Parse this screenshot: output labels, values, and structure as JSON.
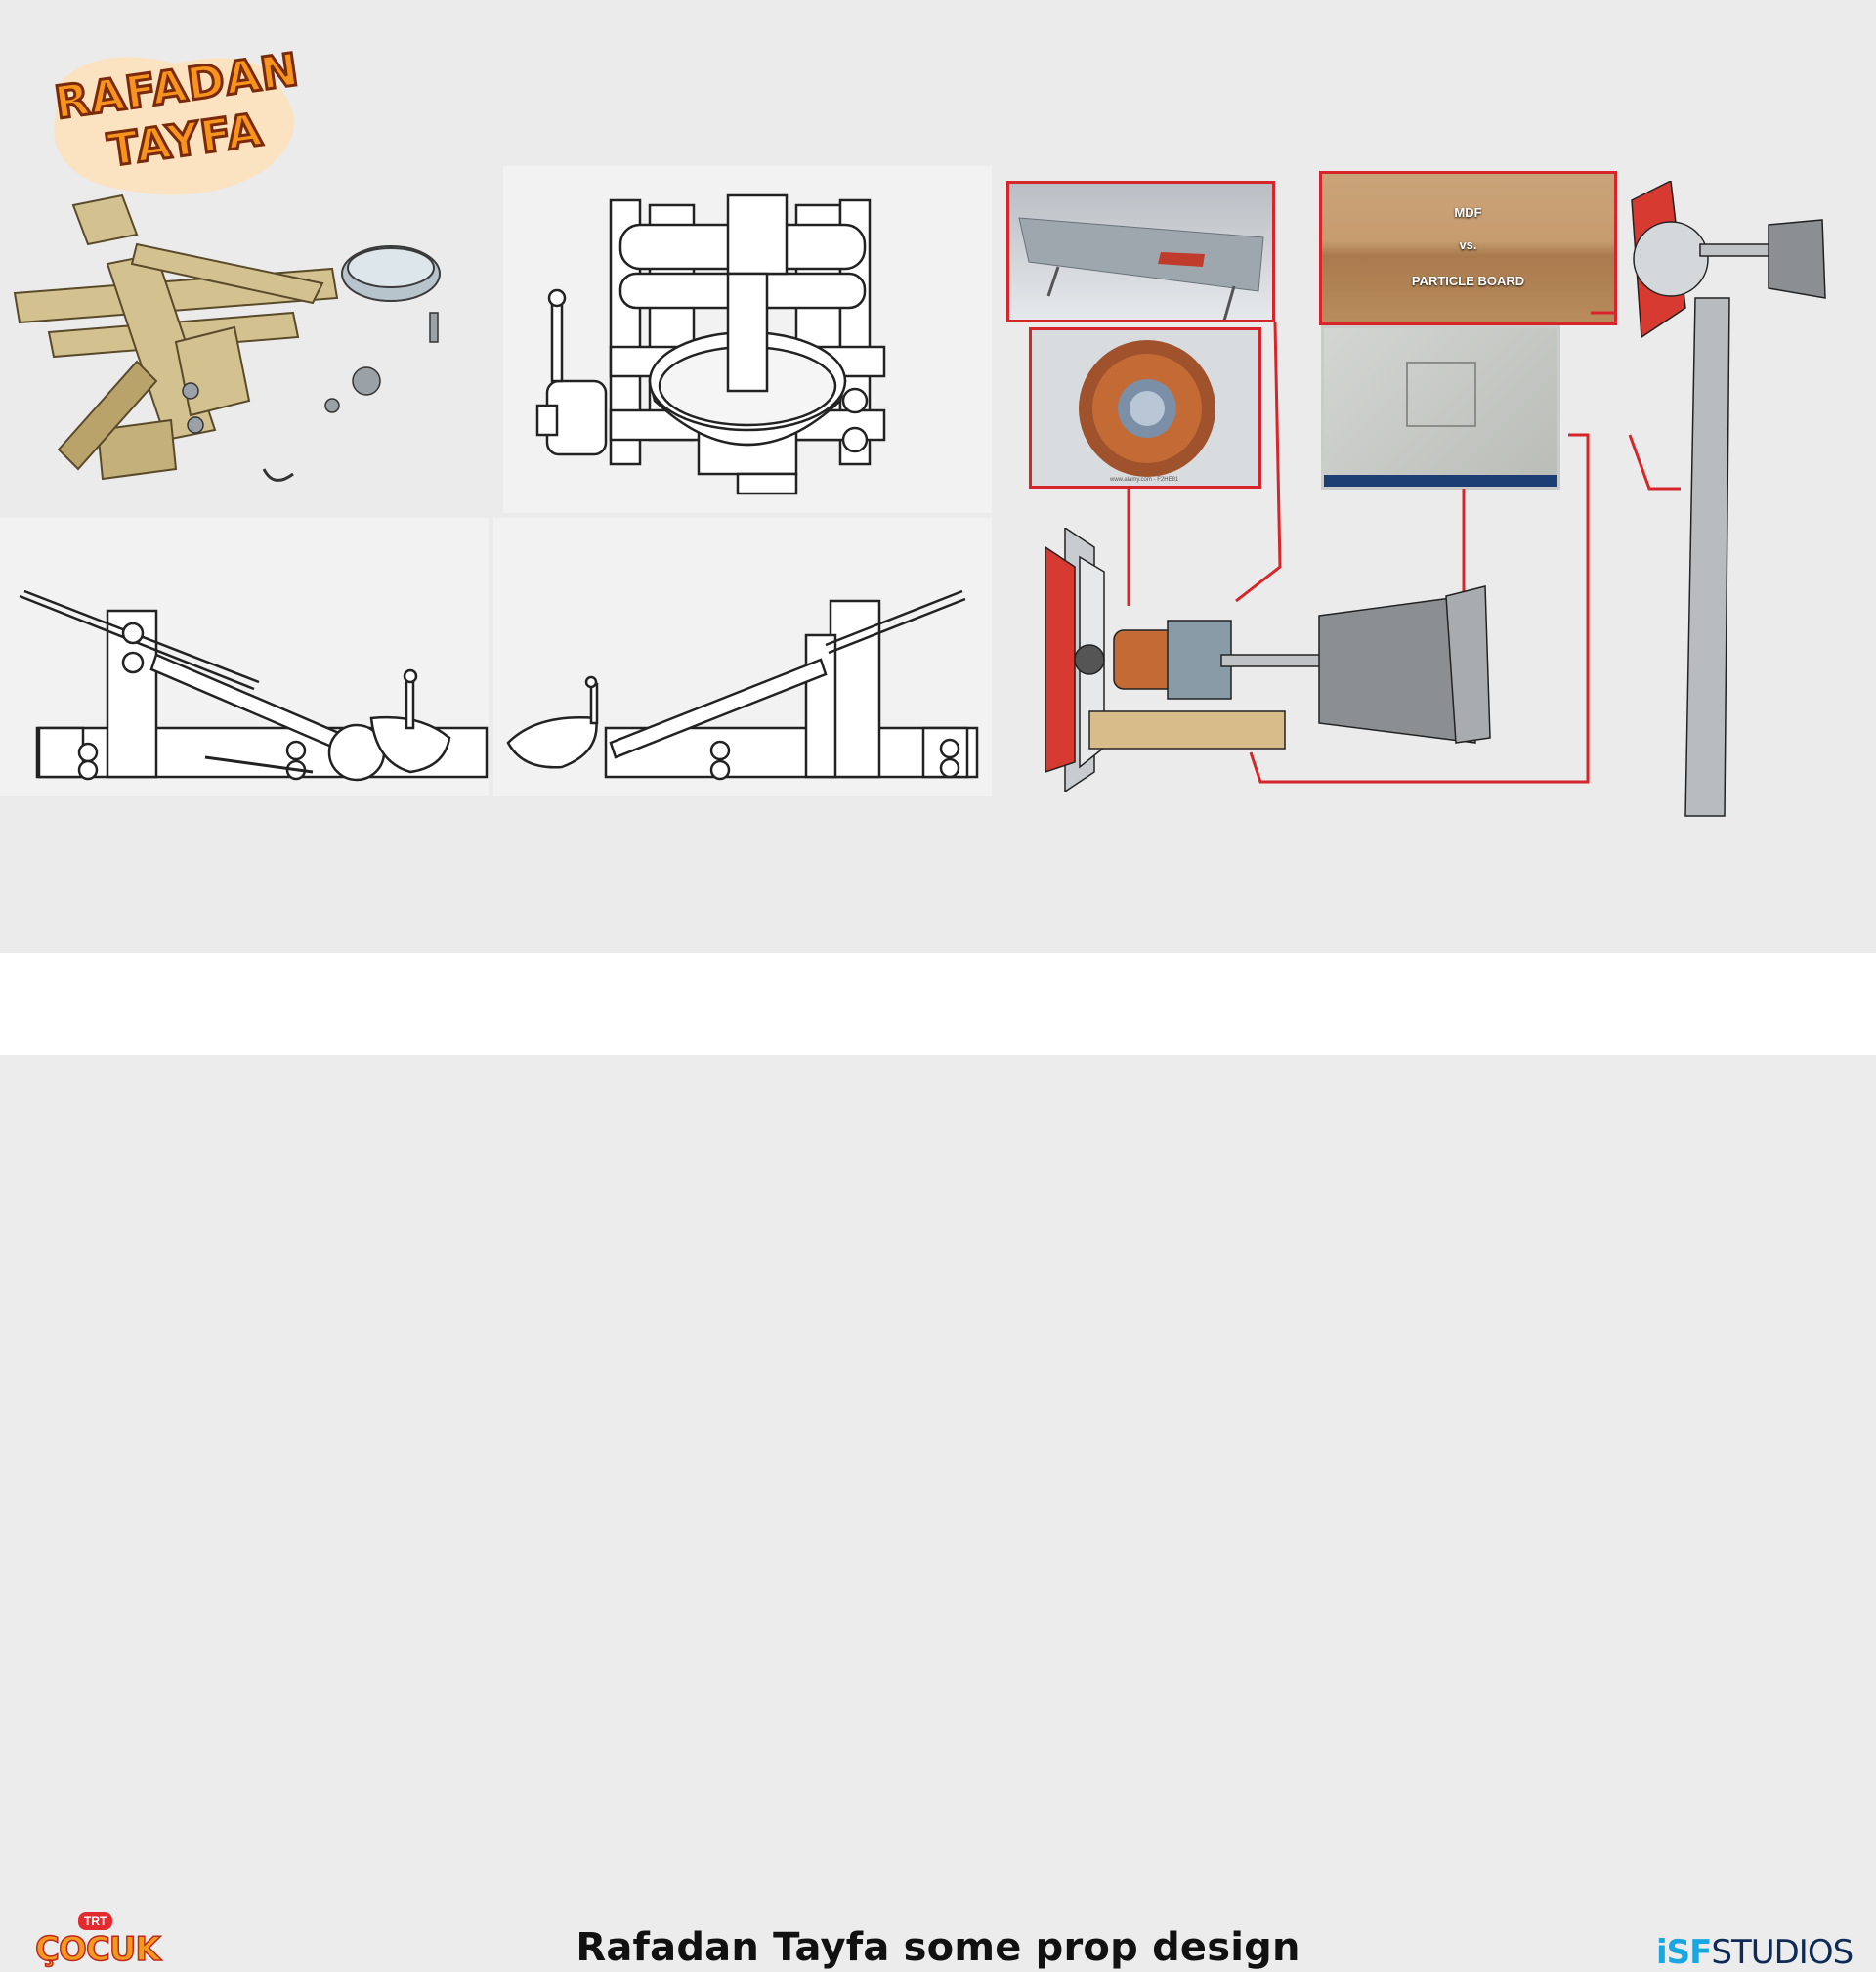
{
  "logo": {
    "line1": "RAFADAN",
    "line2": "TAYFA"
  },
  "references": {
    "mdf_label": "MDF",
    "vs_label": "vs.",
    "particle_label": "PARTICLE BOARD",
    "coil_credit": "www.alamy.com - F2HE81"
  },
  "caption": "Rafadan Tayfa some prop design",
  "footer": {
    "trt": "TRT",
    "cocuk": "ÇOCUK",
    "isf_prefix": "iSF",
    "isf_suffix": "STUDIOS"
  },
  "colors": {
    "accent_red": "#d7262b",
    "logo_orange": "#f7941d",
    "isf_navy": "#0f2b55",
    "isf_blue": "#1aa6e0"
  }
}
